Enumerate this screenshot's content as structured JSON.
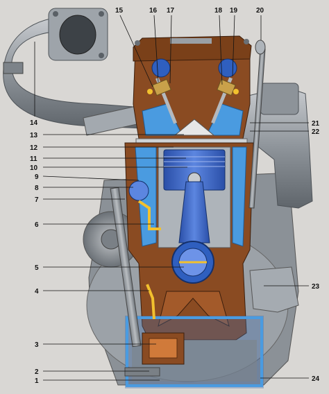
{
  "callouts": {
    "c1": "1",
    "c2": "2",
    "c3": "3",
    "c4": "4",
    "c5": "5",
    "c6": "6",
    "c7": "7",
    "c8": "8",
    "c9": "9",
    "c10": "10",
    "c11": "11",
    "c12": "12",
    "c13": "13",
    "c14": "14",
    "c15": "15",
    "c16": "16",
    "c17": "17",
    "c18": "18",
    "c19": "19",
    "c20": "20",
    "c21": "21",
    "c22": "22",
    "c23": "23",
    "c24": "24"
  },
  "colors": {
    "background": "#d9d7d4",
    "metal": "#9aa0a6",
    "casting_cut": "#8a4b22",
    "coolant_jacket": "#4a9be0",
    "piston_blue": "#2f5fbf",
    "oil_passage": "#f2c12e"
  }
}
